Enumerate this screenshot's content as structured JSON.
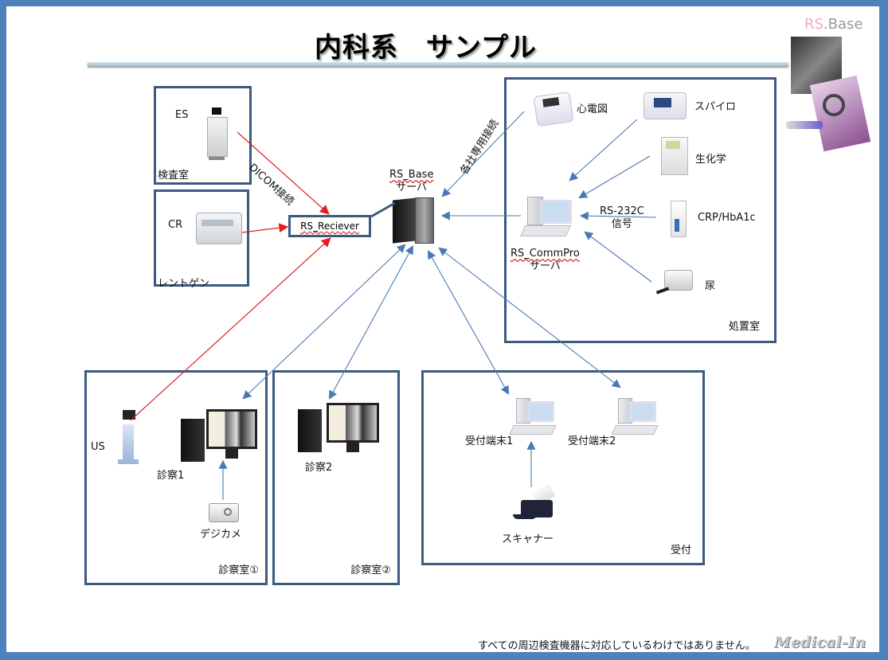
{
  "title": "内科系　サンプル",
  "logo": {
    "prefix": "RS",
    "suffix": ".Base"
  },
  "rooms": {
    "kensa": {
      "label": "検査室",
      "device": "ES"
    },
    "xray": {
      "label": "レントゲン",
      "device": "CR"
    },
    "shochi": {
      "label": "処置室"
    },
    "shinsatsu1": {
      "label": "診察室①"
    },
    "shinsatsu2": {
      "label": "診察室②"
    },
    "uketsuke": {
      "label": "受付"
    }
  },
  "receiver": {
    "label": "RS_Reciever"
  },
  "base_server": {
    "line1": "RS_Base",
    "line2": "サーバ"
  },
  "commpro_server": {
    "line1": "RS_CommPro",
    "line2": "サーバ"
  },
  "connections": {
    "dicom": "DICOM接続",
    "vendor": "各社専用接続",
    "rs232c_line1": "RS-232C",
    "rs232c_line2": "信号"
  },
  "devices": {
    "ecg": "心電図",
    "spiro": "スパイロ",
    "biochem": "生化学",
    "crp": "CRP/HbA1c",
    "urine": "尿",
    "us": "US",
    "shinsatsu1": "診察1",
    "shinsatsu2": "診察2",
    "camera": "デジカメ",
    "reception1": "受付端末1",
    "reception2": "受付端末2",
    "scanner": "スキャナー"
  },
  "footer": {
    "note": "すべての周辺検査機器に対応しているわけではありません。",
    "brand": "Medical-In"
  },
  "colors": {
    "frame": "#4f81bd",
    "room_border": "#3b5a80",
    "dicom_line": "#e02020",
    "data_line": "#4a7ab5"
  }
}
